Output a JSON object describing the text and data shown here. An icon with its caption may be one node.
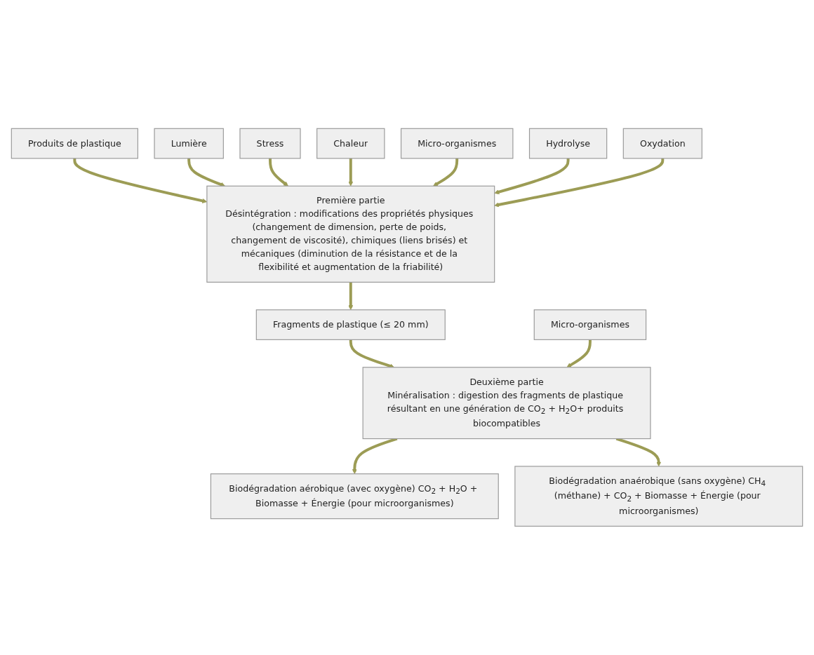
{
  "diagram": {
    "nodes": [
      {
        "text": [
          "Produits de plastique"
        ]
      },
      {
        "text": [
          "Lumière"
        ]
      },
      {
        "text": [
          "Stress"
        ]
      },
      {
        "text": [
          "Chaleur"
        ]
      },
      {
        "text": [
          "Première partie",
          "Désintégration : modifications des propriétés physiques (changement de dimension, perte de poids, changement de viscosité), chimiques (liens brisés) et mécaniques (diminution de la résistance et de la flexibilité et augmentation de la friabilité)"
        ]
      },
      {
        "text": [
          "Micro-organismes"
        ]
      },
      {
        "text": [
          "Hydrolyse"
        ]
      },
      {
        "text": [
          "Oxydation"
        ]
      },
      {
        "text": [
          "Fragments de plastique (≤ 20 mm)"
        ]
      },
      {
        "text": [
          "Micro-organismes"
        ]
      },
      {
        "text": [
          "Deuxième partie",
          "Minéralisation : digestion des fragments de plastique résultant en une génération de CO$_{2}$ + H$_{2}$O+ produits biocompatibles"
        ]
      },
      {
        "text": [
          "Biodégradation aérobique (avec oxygène) CO$_{2}$ + H$_{2}$O + Biomasse + Énergie (pour microorganismes)"
        ]
      },
      {
        "text": [
          "Biodégradation anaérobique (sans oxygène) CH$_{4}$ (méthane) + CO$_{2}$ + Biomasse + Énergie (pour microorganismes)"
        ]
      }
    ],
    "edges": [
      {
        "from": 0,
        "to": 4,
        "arrow": "to"
      },
      {
        "from": 1,
        "to": 4,
        "arrow": "to"
      },
      {
        "from": 2,
        "to": 4,
        "arrow": "to"
      },
      {
        "from": 3,
        "to": 4,
        "arrow": "to"
      },
      {
        "from": 5,
        "to": 4,
        "arrow": "to"
      },
      {
        "from": 6,
        "to": 4,
        "arrow": "to"
      },
      {
        "from": 7,
        "to": 4,
        "arrow": "to"
      },
      {
        "from": 4,
        "to": 8,
        "arrow": "to"
      },
      {
        "from": 8,
        "to": 10,
        "arrow": "to"
      },
      {
        "from": 9,
        "to": 10,
        "arrow": "to"
      },
      {
        "from": 10,
        "to": 11,
        "arrow": "to"
      },
      {
        "from": 10,
        "to": 12,
        "arrow": "to"
      }
    ]
  }
}
